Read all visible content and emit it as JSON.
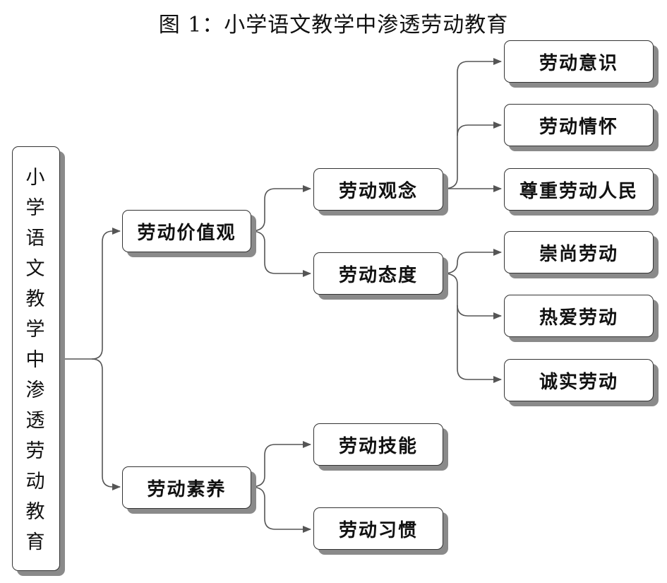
{
  "title": "图 1：小学语文教学中渗透劳动教育",
  "root": {
    "label": "小学语文教学中渗透劳动教育"
  },
  "level1": [
    {
      "label": "劳动价值观"
    },
    {
      "label": "劳动素养"
    }
  ],
  "level2": [
    {
      "label": "劳动观念"
    },
    {
      "label": "劳动态度"
    },
    {
      "label": "劳动技能"
    },
    {
      "label": "劳动习惯"
    }
  ],
  "level3": [
    {
      "label": "劳动意识"
    },
    {
      "label": "劳动情怀"
    },
    {
      "label": "尊重劳动人民"
    },
    {
      "label": "崇尚劳动"
    },
    {
      "label": "热爱劳动"
    },
    {
      "label": "诚实劳动"
    }
  ],
  "colors": {
    "border": "#333333",
    "shadow": "#8a8a8a",
    "connector": "#555555"
  }
}
